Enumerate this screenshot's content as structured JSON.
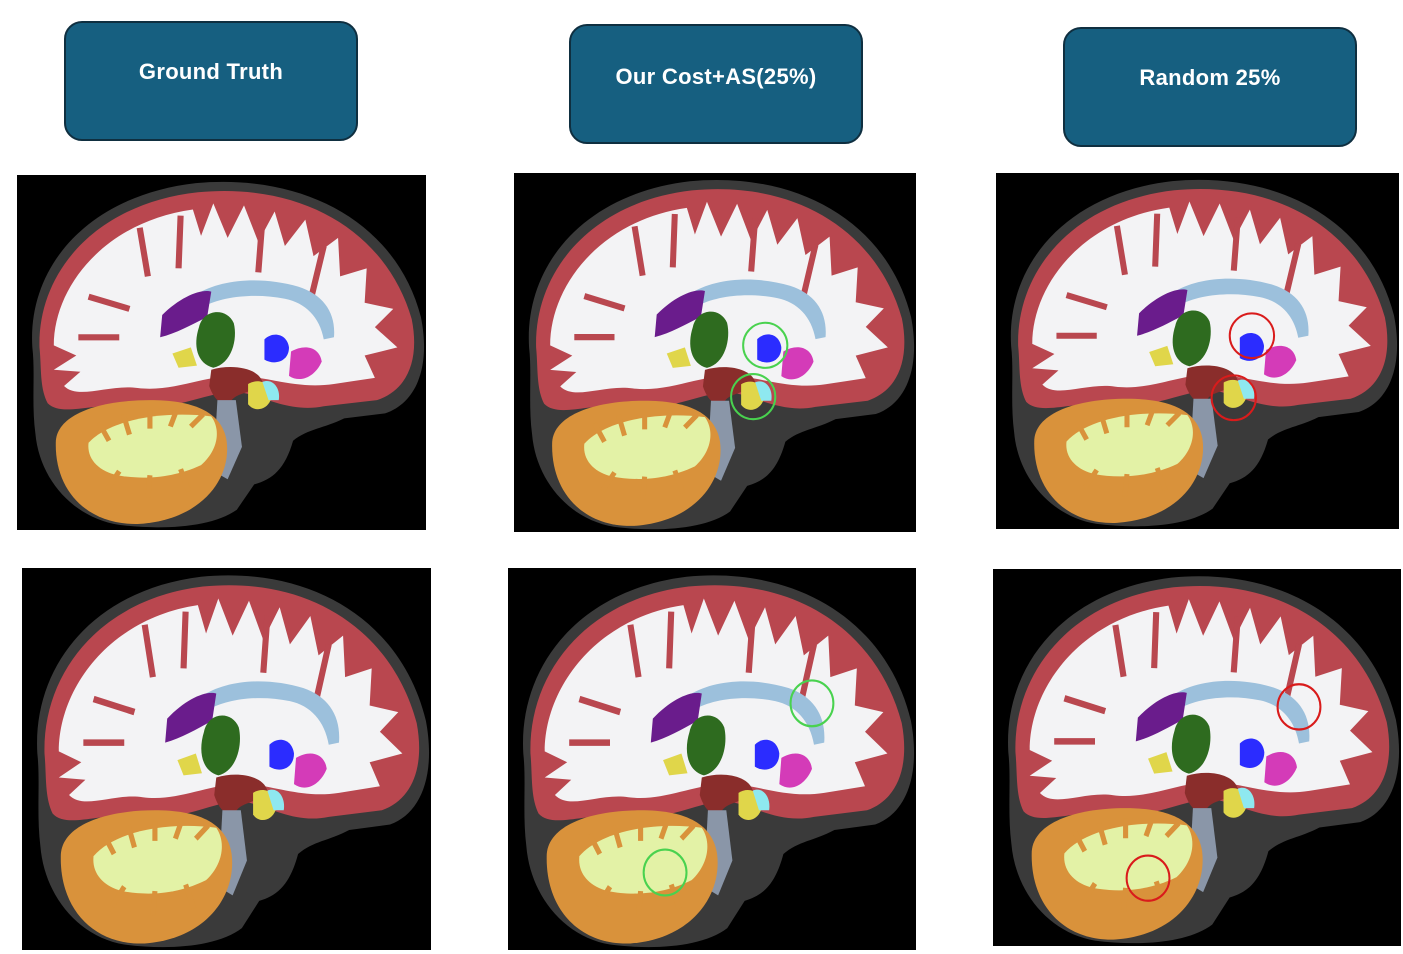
{
  "headers": {
    "ground_truth": "Ground Truth",
    "ours": "Our Cost+AS(25%)",
    "random": "Random 25%"
  },
  "colors": {
    "header_bg": "#165f80",
    "background": "#000000",
    "skull": "#3a3a3a",
    "cortex": "#b9474f",
    "white_matter": "#f3f3f5",
    "cerebellum_cortex": "#d9923b",
    "cerebellum_wm": "#e3f2a6",
    "thalamus": "#2e6b1f",
    "caudate": "#6a1c8c",
    "ventricle": "#9cc0dc",
    "putamen": "#2b2cff",
    "pallidum": "#d43bb8",
    "brainstem": "#8a2d2b",
    "hippocampus": "#e0d64a",
    "amygdala": "#8ee8f0",
    "good_marker": "#49d24f",
    "bad_marker": "#d91b1b"
  },
  "icons": {
    "good_marker": "green-circle-icon",
    "bad_marker": "red-circle-icon"
  }
}
